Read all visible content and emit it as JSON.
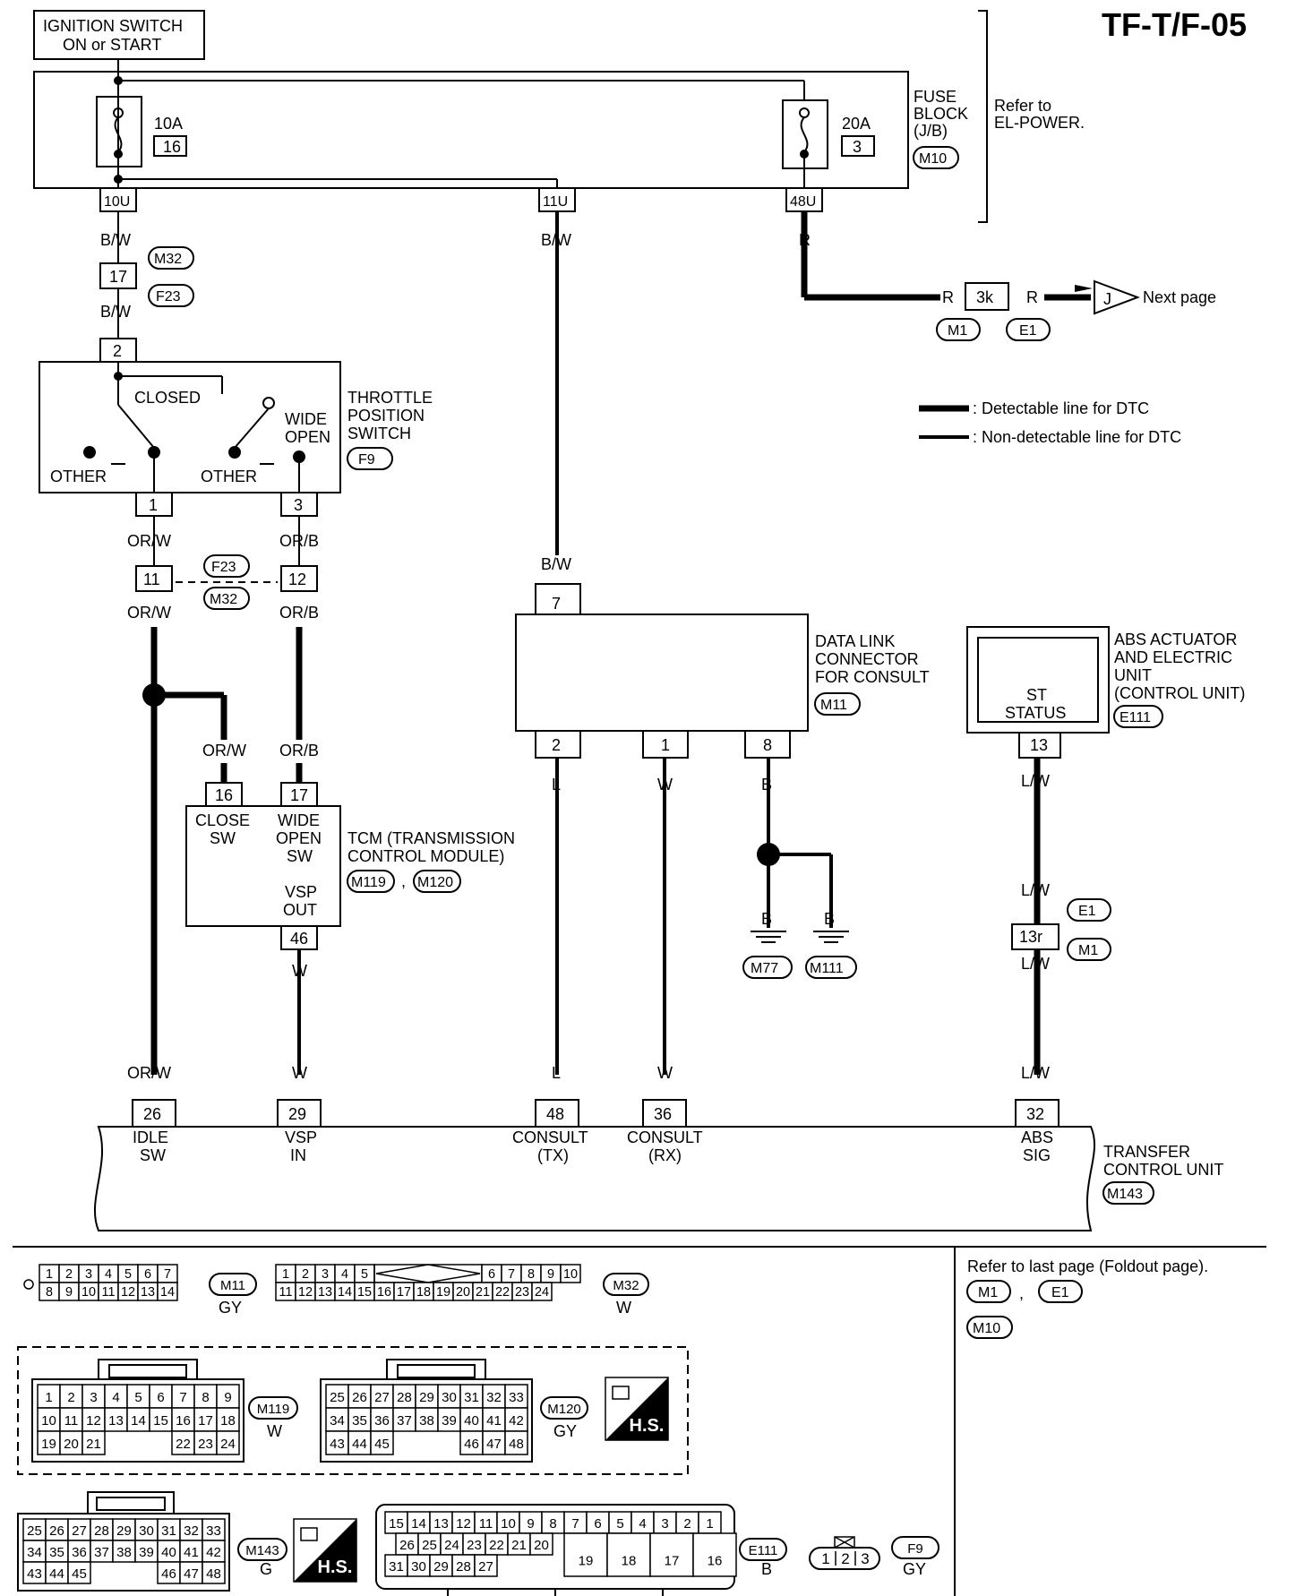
{
  "page_id": "TF-T/F-05",
  "ignition": {
    "line1": "IGNITION SWITCH",
    "line2": "ON or START"
  },
  "fuse_block": {
    "fuse1": {
      "amp": "10A",
      "num": "16"
    },
    "fuse2": {
      "amp": "20A",
      "num": "3"
    },
    "label": [
      "FUSE",
      "BLOCK",
      "(J/B)"
    ],
    "conn": "M10",
    "refer": [
      "Refer to",
      "EL-POWER."
    ],
    "pins": [
      "10U",
      "11U",
      "48U"
    ]
  },
  "wires": {
    "bw": "B/W",
    "r": "R",
    "orw": "OR/W",
    "orb": "OR/B",
    "l": "L",
    "w": "W",
    "b": "B",
    "lw": "L/W"
  },
  "connectors": {
    "m32": "M32",
    "f23": "F23",
    "m1": "M1",
    "e1": "E1",
    "f9": "F9",
    "m11": "M11",
    "e111": "E111",
    "m119": "M119",
    "m120": "M120",
    "m77": "M77",
    "m111": "M111",
    "m143": "M143",
    "m10": "M10"
  },
  "pins": {
    "p17": "17",
    "p2": "2",
    "p1": "1",
    "p3": "3",
    "p11": "11",
    "p12": "12",
    "p7": "7",
    "p2b": "2",
    "p1b": "1",
    "p8": "8",
    "p13": "13",
    "p16": "16",
    "p17b": "17",
    "p46": "46",
    "p13r": "13r",
    "p26": "26",
    "p29": "29",
    "p48": "48",
    "p36": "36",
    "p32": "32",
    "j": "J",
    "k3": "3k"
  },
  "next_page": "Next page",
  "legend": {
    "detectable": ": Detectable line for DTC",
    "non_detectable": ": Non-detectable line for DTC"
  },
  "tps": {
    "closed": "CLOSED",
    "wide": "WIDE",
    "open": "OPEN",
    "other1": "OTHER",
    "other2": "OTHER",
    "name": [
      "THROTTLE",
      "POSITION",
      "SWITCH"
    ]
  },
  "dlc": {
    "name": [
      "DATA LINK",
      "CONNECTOR",
      "FOR CONSULT"
    ]
  },
  "abs": {
    "name": [
      "ABS ACTUATOR",
      "AND ELECTRIC",
      "UNIT",
      "(CONTROL UNIT)"
    ],
    "st": "ST",
    "status": "STATUS"
  },
  "tcm": {
    "close": "CLOSE",
    "sw": "SW",
    "wide": "WIDE",
    "open": "OPEN",
    "sw2": "SW",
    "vsp": "VSP",
    "out": "OUT",
    "name": [
      "TCM (TRANSMISSION",
      "CONTROL MODULE)"
    ]
  },
  "tcu": {
    "idle": "IDLE",
    "sw": "SW",
    "vsp": "VSP",
    "in": "IN",
    "consult": "CONSULT",
    "tx": "(TX)",
    "consult2": "CONSULT",
    "rx": "(RX)",
    "abs": "ABS",
    "sig": "SIG",
    "name": [
      "TRANSFER",
      "CONTROL UNIT"
    ]
  },
  "refer_last": "Refer to last page (Foldout page).",
  "faces": {
    "m11": {
      "rows": [
        [
          "1",
          "2",
          "3",
          "4",
          "5",
          "6",
          "7"
        ],
        [
          "8",
          "9",
          "10",
          "11",
          "12",
          "13",
          "14"
        ]
      ],
      "color": "GY"
    },
    "m32": {
      "rows": [
        [
          "1",
          "2",
          "3",
          "4",
          "5",
          "6",
          "7",
          "8",
          "9",
          "10"
        ],
        [
          "11",
          "12",
          "13",
          "14",
          "15",
          "16",
          "17",
          "18",
          "19",
          "20",
          "21",
          "22",
          "23",
          "24"
        ]
      ],
      "color": "W"
    },
    "m119": {
      "rows": [
        [
          "1",
          "2",
          "3",
          "4",
          "5",
          "6",
          "7",
          "8",
          "9"
        ],
        [
          "10",
          "11",
          "12",
          "13",
          "14",
          "15",
          "16",
          "17",
          "18"
        ],
        [
          "19",
          "20",
          "21",
          "22",
          "23",
          "24"
        ]
      ],
      "color": "W"
    },
    "m120": {
      "rows": [
        [
          "25",
          "26",
          "27",
          "28",
          "29",
          "30",
          "31",
          "32",
          "33"
        ],
        [
          "34",
          "35",
          "36",
          "37",
          "38",
          "39",
          "40",
          "41",
          "42"
        ],
        [
          "43",
          "44",
          "45",
          "46",
          "47",
          "48"
        ]
      ],
      "color": "GY"
    },
    "m143": {
      "rows": [
        [
          "25",
          "26",
          "27",
          "28",
          "29",
          "30",
          "31",
          "32",
          "33"
        ],
        [
          "34",
          "35",
          "36",
          "37",
          "38",
          "39",
          "40",
          "41",
          "42"
        ],
        [
          "43",
          "44",
          "45",
          "46",
          "47",
          "48"
        ]
      ],
      "color": "G"
    },
    "e111": {
      "rows": [
        [
          "15",
          "14",
          "13",
          "12",
          "11",
          "10",
          "9",
          "8",
          "7",
          "6",
          "5",
          "4",
          "3",
          "2",
          "1"
        ],
        [
          "26",
          "25",
          "24",
          "23",
          "22",
          "21",
          "20"
        ],
        [
          "31",
          "30",
          "29",
          "28",
          "27"
        ],
        [
          "19",
          "18",
          "17",
          "16"
        ]
      ],
      "color": "B"
    },
    "f9": {
      "rows": [
        [
          "1",
          "2",
          "3"
        ]
      ],
      "color": "GY"
    },
    "hs": "H.S."
  }
}
